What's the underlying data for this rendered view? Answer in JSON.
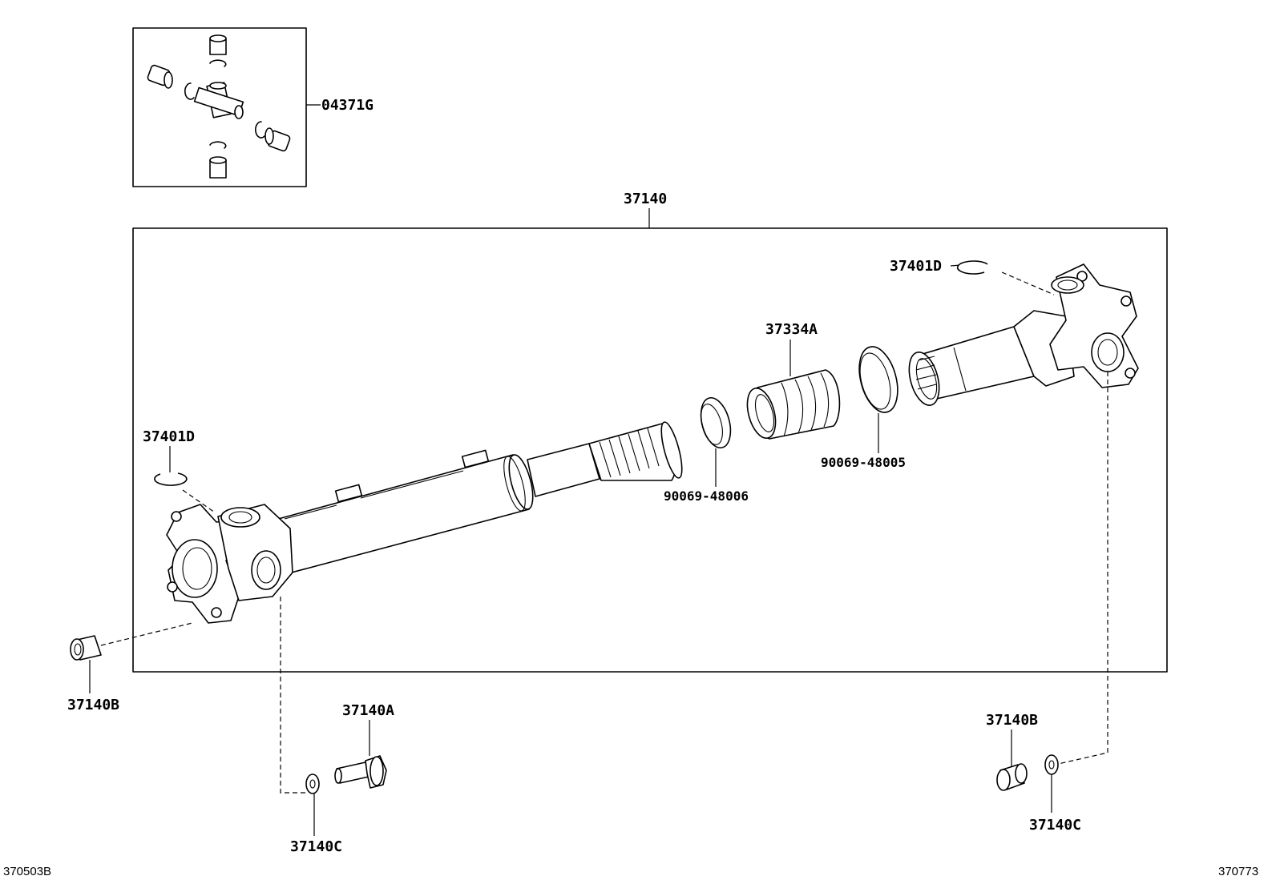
{
  "labels": {
    "spider_kit": "04371G",
    "assembly": "37140",
    "snap_ring_right": "37401D",
    "snap_ring_left": "37401D",
    "boot": "37334A",
    "boot_clamp_small": "90069-48006",
    "boot_clamp_large": "90069-48005",
    "bushing_left": "37140B",
    "bolt": "37140A",
    "washer_left": "37140C",
    "bushing_right": "37140B",
    "washer_right": "37140C"
  },
  "corners": {
    "left_code": "370503B",
    "right_code": "370773"
  }
}
